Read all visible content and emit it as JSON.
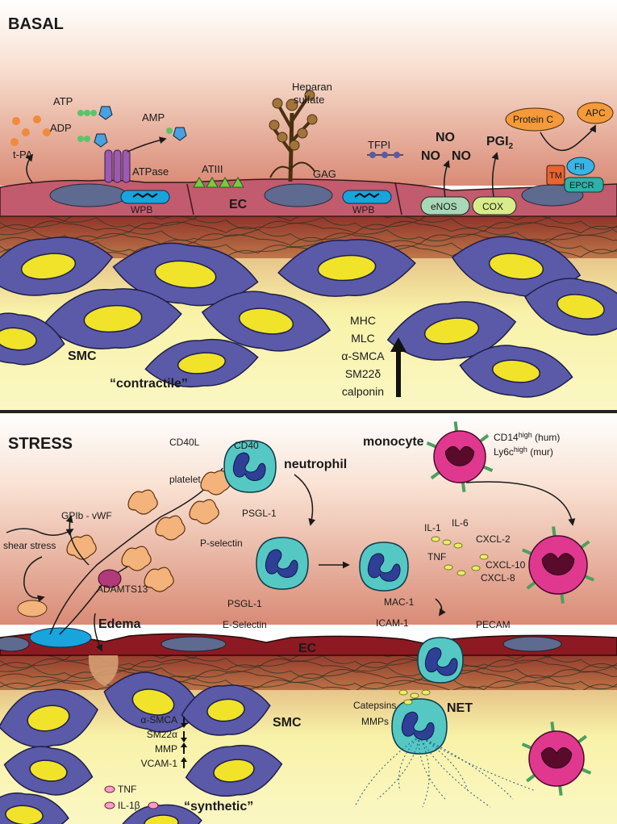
{
  "basal": {
    "title": "BASAL",
    "labels": {
      "atp": "ATP",
      "adp": "ADP",
      "amp": "AMP",
      "tpa": "t-PA",
      "atpase": "ATPase",
      "heparan_1": "Heparan",
      "heparan_2": "sulfate",
      "atiii": "ATIII",
      "gag": "GAG",
      "tfpi": "TFPI",
      "ec": "EC",
      "wpb_1": "WPB",
      "wpb_2": "WPB",
      "no_1": "NO",
      "no_2": "NO",
      "no_3": "NO",
      "pgi": "PGI",
      "pgi_sub": "2",
      "enos": "eNOS",
      "cox": "COX",
      "protein_c": "Protein C",
      "apc": "APC",
      "tm": "TM",
      "fii": "FII",
      "epcr": "EPCR",
      "smc": "SMC",
      "phenotype": "“contractile”"
    },
    "markers": [
      "MHC",
      "MLC",
      "α-SMCA",
      "SM22δ",
      "calponin"
    ]
  },
  "stress": {
    "title": "STRESS",
    "labels": {
      "cd40l": "CD40L",
      "cd40": "CD40",
      "neutrophil": "neutrophil",
      "platelet": "platelet",
      "gpib_vwf": "GPIb - vWF",
      "psgl1_top": "PSGL-1",
      "p_selectin": "P-selectin",
      "shear_stress": "shear stress",
      "adamts13": "ADAMTS13",
      "psgl1_bottom": "PSGL-1",
      "e_selectin": "E-Selectin",
      "edema": "Edema",
      "ec": "EC",
      "mac1": "MAC-1",
      "icam1": "ICAM-1",
      "pecam": "PECAM",
      "monocyte": "monocyte",
      "cd14": "CD14",
      "cd14_sup": "high",
      "cd14_suffix": " (hum)",
      "ly6c": "Ly6c",
      "ly6c_sup": "high",
      "ly6c_suffix": " (mur)",
      "net": "NET",
      "catepsins": "Catepsins",
      "mmps": "MMPs",
      "smc": "SMC",
      "phenotype": "“synthetic”",
      "tnf_smc": "TNF",
      "il1b": "IL-1β"
    },
    "cytokines": [
      "IL-1",
      "IL-6",
      "CXCL-2",
      "TNF",
      "CXCL-10",
      "CXCL-8"
    ],
    "smc_markers": [
      {
        "label": "α-SMCA",
        "direction": "down"
      },
      {
        "label": "SM22α",
        "direction": "down"
      },
      {
        "label": "MMP",
        "direction": "up"
      },
      {
        "label": "VCAM-1",
        "direction": "up"
      }
    ]
  },
  "colors": {
    "endothelium": "#c25b6e",
    "endothelium_dark": "#8d1a22",
    "smc": "#5b5aa8",
    "nucleus_yellow": "#f0e32a",
    "neutrophil": "#55c8c4",
    "neutrophil_nucleus": "#2e3f95",
    "monocyte": "#e0388f",
    "platelet": "#f3b37a",
    "matrix_bg": "#7e2a26",
    "gradient_top": "#f7d9c8",
    "gradient_bottom": "#d88f7a",
    "lower_bg": "#f8f2a8"
  }
}
